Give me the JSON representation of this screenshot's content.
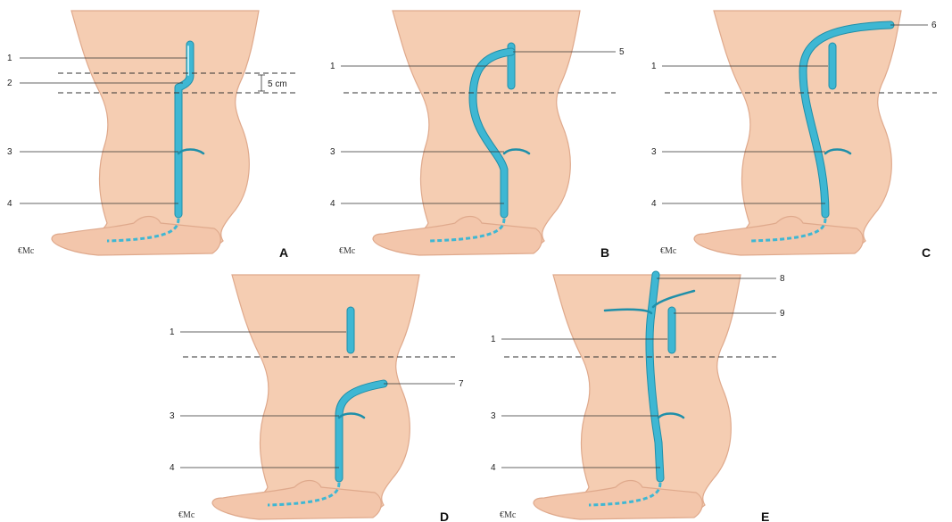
{
  "panels": [
    {
      "letter": "A",
      "watermark": "€Mc",
      "labels": [
        "1",
        "2",
        "3",
        "4"
      ],
      "measure": "5 cm"
    },
    {
      "letter": "B",
      "watermark": "€Mc",
      "labels": [
        "1",
        "5",
        "3",
        "4"
      ]
    },
    {
      "letter": "C",
      "watermark": "€Mc",
      "labels": [
        "1",
        "6",
        "3",
        "4"
      ]
    },
    {
      "letter": "D",
      "watermark": "€Mc",
      "labels": [
        "1",
        "7",
        "3",
        "4"
      ]
    },
    {
      "letter": "E",
      "watermark": "€Mc",
      "labels": [
        "8",
        "9",
        "1",
        "3",
        "4"
      ]
    }
  ],
  "colors": {
    "skin": "#f5cdb2",
    "skin_edge": "#dfa98c",
    "vessel": "#3eb7d3",
    "vessel_dark": "#1f8fa9"
  }
}
